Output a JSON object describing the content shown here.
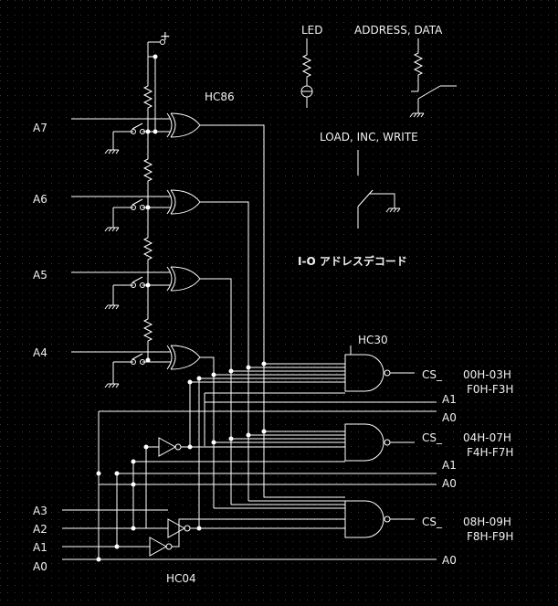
{
  "inputs": {
    "a7": "A7",
    "a6": "A6",
    "a5": "A5",
    "a4": "A4",
    "a3": "A3",
    "a2": "A2",
    "a1": "A1",
    "a0": "A0"
  },
  "chips": {
    "xor": "HC86",
    "nand8": "HC30",
    "inverter": "HC04"
  },
  "vcc": "+",
  "legend": {
    "led": "LED",
    "address_data": "ADDRESS, DATA",
    "load_inc_write": "LOAD, INC, WRITE"
  },
  "title": "I-O アドレスデコード",
  "outputs": [
    {
      "cs": "CS_",
      "range1": "00H-03H",
      "range2": "F0H-F3H"
    },
    {
      "cs": "CS_",
      "range1": "04H-07H",
      "range2": "F4H-F7H"
    },
    {
      "cs": "CS_",
      "range1": "08H-09H",
      "range2": "F8H-F9H"
    }
  ],
  "side_labels": {
    "a1_top": "A1",
    "a0_top": "A0",
    "a1_mid": "A1",
    "a0_mid": "A0",
    "a0_bot": "A0"
  },
  "colors": {
    "background": "#000000",
    "line": "#ffffff",
    "grid_dot": "#3a3a3a"
  }
}
